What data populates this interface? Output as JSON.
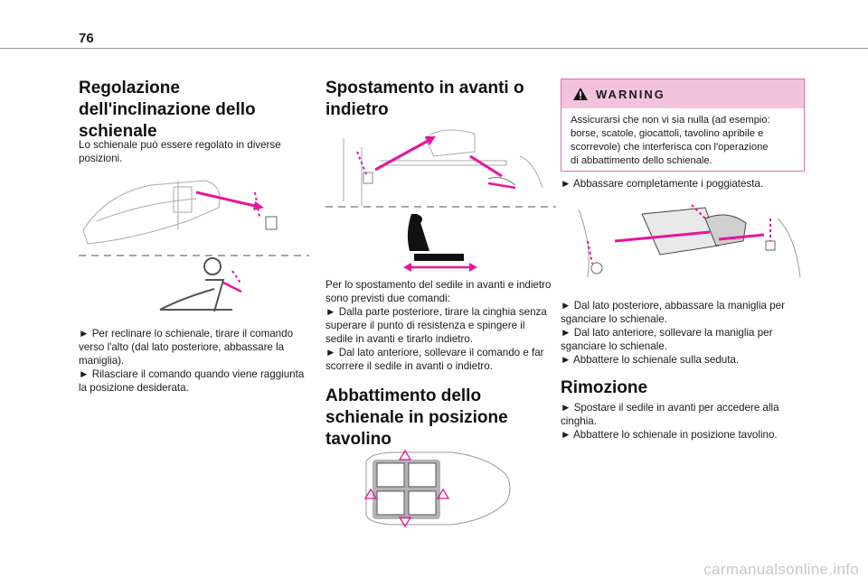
{
  "page": {
    "number": "76",
    "watermark": "carmanualsonline.info"
  },
  "col1": {
    "title_lines": [
      "Regolazione",
      "dell'inclinazione dello",
      "schienale"
    ],
    "intro": [
      "Lo schienale può essere regolato in diverse",
      "posizioni."
    ],
    "body": [
      "► Per reclinare lo schienale, tirare il comando",
      "verso l'alto (dal lato posteriore, abbassare la",
      "maniglia).",
      "► Rilasciare il comando quando viene raggiunta",
      "la posizione desiderata."
    ]
  },
  "col2": {
    "title_lines": [
      "Spostamento in avanti o",
      "indietro"
    ],
    "body": [
      "Per lo spostamento del sedile in avanti e indietro",
      "sono previsti due comandi:",
      "► Dalla parte posteriore, tirare la cinghia senza",
      "superare il punto di resistenza e spingere il",
      "sedile in avanti e tirarlo indietro.",
      "► Dal lato anteriore, sollevare il comando e far",
      "scorrere il sedile in avanti o indietro."
    ],
    "title2_lines": [
      "Abbattimento dello",
      "schienale in posizione",
      "tavolino"
    ]
  },
  "col3": {
    "warning": {
      "title": "WARNING",
      "body": [
        "Assicurarsi che non vi sia nulla (ad esempio:",
        "borse, scatole, giocattoli, tavolino apribile e",
        "scorrevole) che interferisca con l'operazione",
        "di abbattimento dello schienale."
      ]
    },
    "step1": "► Abbassare completamente i poggiatesta.",
    "body": [
      "► Dal lato posteriore, abbassare la maniglia per",
      "sganciare lo schienale.",
      "► Dal lato anteriore, sollevare la maniglia per",
      "sganciare lo schienale.",
      "► Abbattere lo schienale sulla seduta."
    ],
    "title2": "Rimozione",
    "body2": [
      "► Spostare il sedile in avanti per accedere alla",
      "cinghia.",
      "► Abbattere lo schienale in posizione tavolino."
    ]
  },
  "colors": {
    "accent": "#e6169b",
    "warning_bg": "#f3c3de",
    "line": "#9a9a9a"
  }
}
